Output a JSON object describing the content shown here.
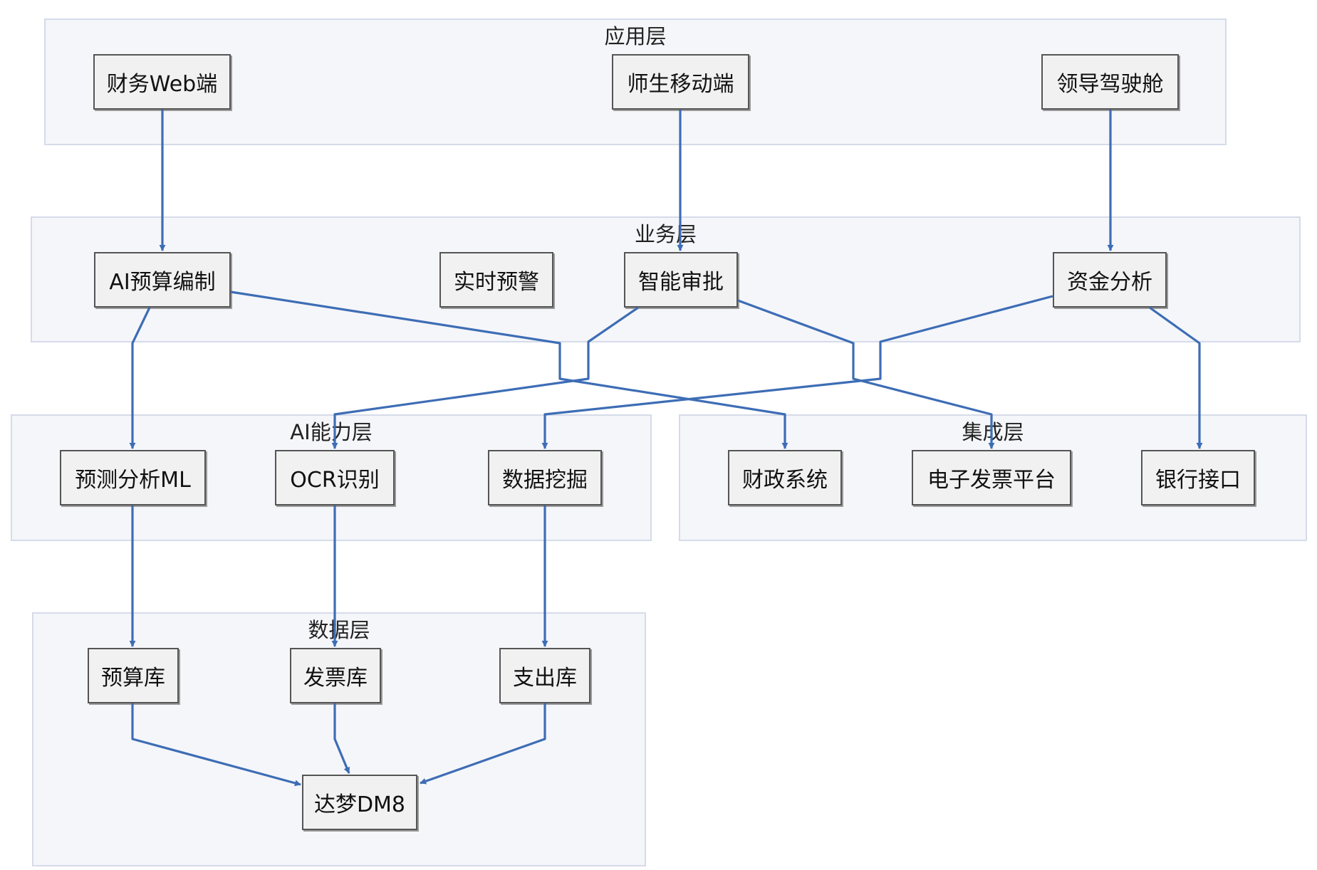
{
  "layers": {
    "app": "应用层",
    "biz": "业务层",
    "ai": "AI能力层",
    "integ": "集成层",
    "data": "数据层"
  },
  "nodes": {
    "finance_web": "财务Web端",
    "mobile": "师生移动端",
    "cockpit": "领导驾驶舱",
    "ai_budget": "AI预算编制",
    "alert": "实时预警",
    "approval": "智能审批",
    "fund_analysis": "资金分析",
    "predict_ml": "预测分析ML",
    "ocr": "OCR识别",
    "mining": "数据挖掘",
    "finance_sys": "财政系统",
    "einvoice": "电子发票平台",
    "bank": "银行接口",
    "budget_db": "预算库",
    "invoice_db": "发票库",
    "expense_db": "支出库",
    "dm8": "达梦DM8"
  },
  "colors": {
    "edge": "#3d6db5",
    "layer_bg": "#f5f6fa",
    "node_bg": "#f1f1f1"
  }
}
